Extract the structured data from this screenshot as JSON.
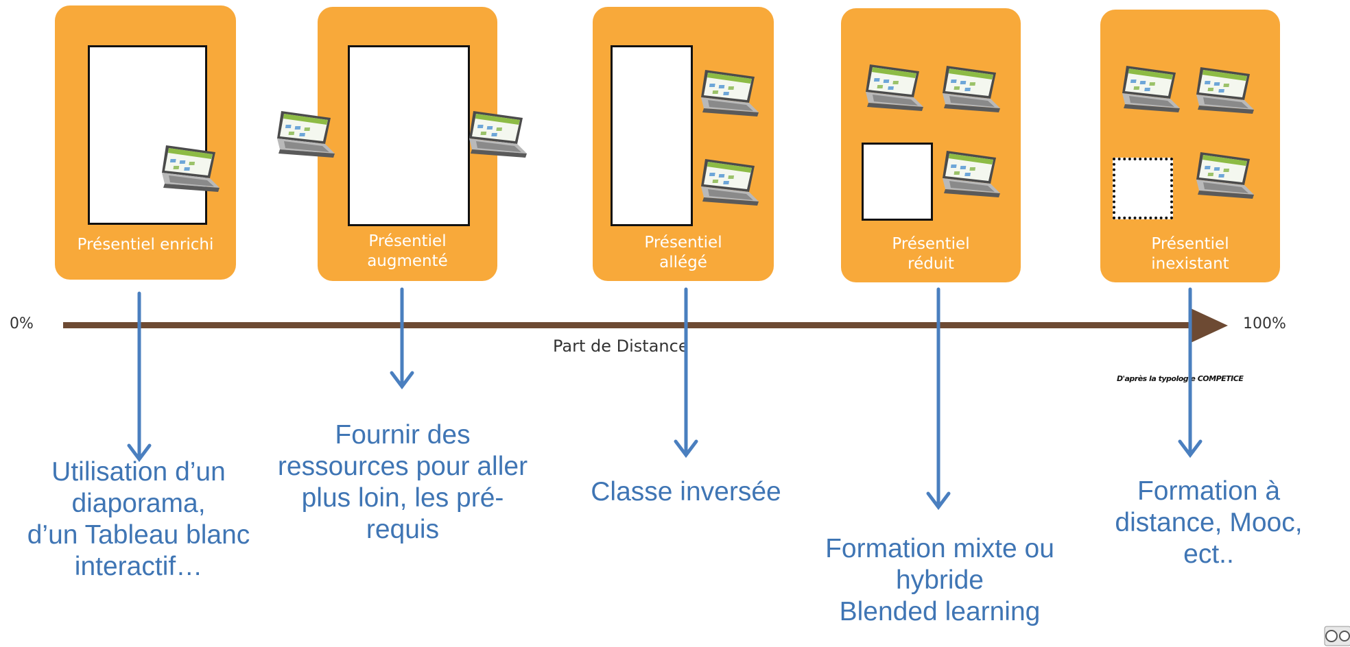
{
  "cards": [
    {
      "label": "Présentiel enrichi"
    },
    {
      "label": "Présentiel\naugmenté"
    },
    {
      "label": "Présentiel\nallégé"
    },
    {
      "label": "Présentiel\nréduit"
    },
    {
      "label": "Présentiel\ninexistant"
    }
  ],
  "axis": {
    "start": "0%",
    "end": "100%",
    "title": "Part de Distance"
  },
  "credit": "D'après la typologie COMPETICE",
  "descriptions": [
    "Utilisation d’un\ndiaporama,\nd’un Tableau blanc\ninteractif…",
    "Fournir des\nressources pour aller\nplus loin, les pré-\nrequis",
    "Classe inversée",
    "Formation mixte ou\nhybride\nBlended learning",
    "Formation à\ndistance, Mooc,\nect.."
  ],
  "colors": {
    "card": "#f8a93a",
    "axis": "#6d4a33",
    "arrow": "#4a7fbf",
    "text": "#3f75b4"
  },
  "icons": [
    "laptop-icon",
    "arrow-down-icon",
    "creative-commons-icon"
  ]
}
